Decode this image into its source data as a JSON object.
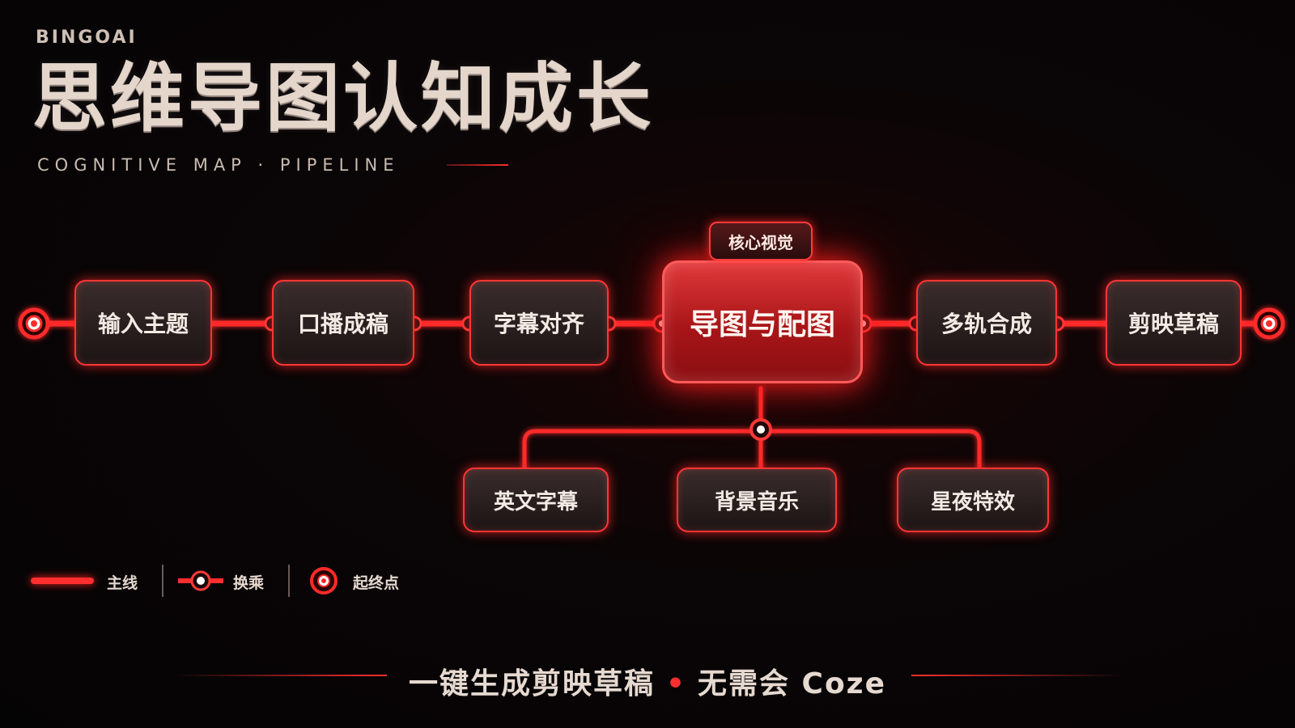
{
  "brand": "BINGOAI",
  "title": "思维导图认知成长",
  "subtitle": "COGNITIVE MAP · PIPELINE",
  "core_tag": "核心视觉",
  "pipeline": [
    {
      "label": "输入主题"
    },
    {
      "label": "口播成稿"
    },
    {
      "label": "字幕对齐"
    },
    {
      "label": "导图与配图"
    },
    {
      "label": "多轨合成"
    },
    {
      "label": "剪映草稿"
    }
  ],
  "branches": [
    {
      "label": "英文字幕"
    },
    {
      "label": "背景音乐"
    },
    {
      "label": "星夜特效"
    }
  ],
  "legend": {
    "mainline": "主线",
    "transfer": "换乘",
    "terminal": "起终点"
  },
  "footer": {
    "part1": "一键生成剪映草稿",
    "part2": "无需会 Coze"
  },
  "colors": {
    "accent": "#ff2e2e",
    "text": "#e6d9d0"
  }
}
